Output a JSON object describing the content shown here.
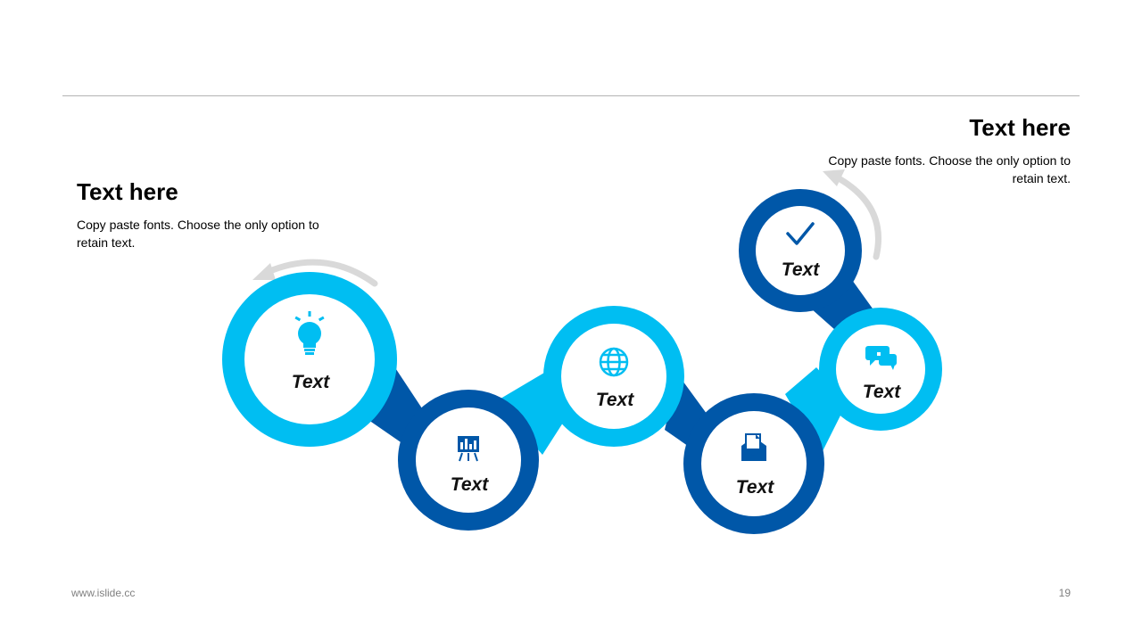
{
  "blocks": {
    "left": {
      "title": "Text here",
      "description": "Copy paste fonts. Choose the only option to retain text."
    },
    "right": {
      "title": "Text here",
      "description": "Copy paste fonts. Choose the only option to retain text."
    }
  },
  "nodes": [
    {
      "label": "Text",
      "icon": "lightbulb-icon"
    },
    {
      "label": "Text",
      "icon": "presentation-chart-icon"
    },
    {
      "label": "Text",
      "icon": "globe-icon"
    },
    {
      "label": "Text",
      "icon": "mail-open-icon"
    },
    {
      "label": "Text",
      "icon": "chat-bubbles-icon"
    },
    {
      "label": "Text",
      "icon": "checkmark-icon"
    }
  ],
  "colors": {
    "light_blue": "#00BEF2",
    "dark_blue": "#0057A8",
    "arrow_gray": "#D9D9D9",
    "rule_gray": "#B3B3B3"
  },
  "footer": {
    "url": "www.islide.cc",
    "page_number": "19"
  }
}
